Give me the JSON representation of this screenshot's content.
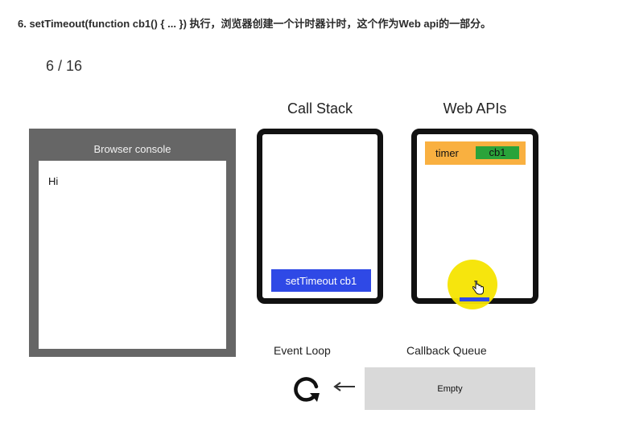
{
  "heading": "6. setTimeout(function cb1() { ... }) 执行，浏览器创建一个计时器计时，这个作为Web api的一部分。",
  "step_counter": "6 / 16",
  "console": {
    "title": "Browser console",
    "lines": [
      "Hi"
    ]
  },
  "call_stack": {
    "title": "Call Stack",
    "frames": [
      "setTimeout cb1"
    ]
  },
  "web_apis": {
    "title": "Web APIs",
    "timer_label": "timer",
    "timer_callback": "cb1"
  },
  "event_loop": {
    "label": "Event Loop",
    "icon": "refresh-loop-icon"
  },
  "callback_queue": {
    "label": "Callback Queue",
    "content": "Empty"
  },
  "colors": {
    "console_bg": "#666666",
    "stack_frame": "#2f49e6",
    "timer_box": "#f9b040",
    "timer_callback": "#2aa33a",
    "queue_bg": "#d9d9d9",
    "cursor_highlight": "#f5e400"
  }
}
